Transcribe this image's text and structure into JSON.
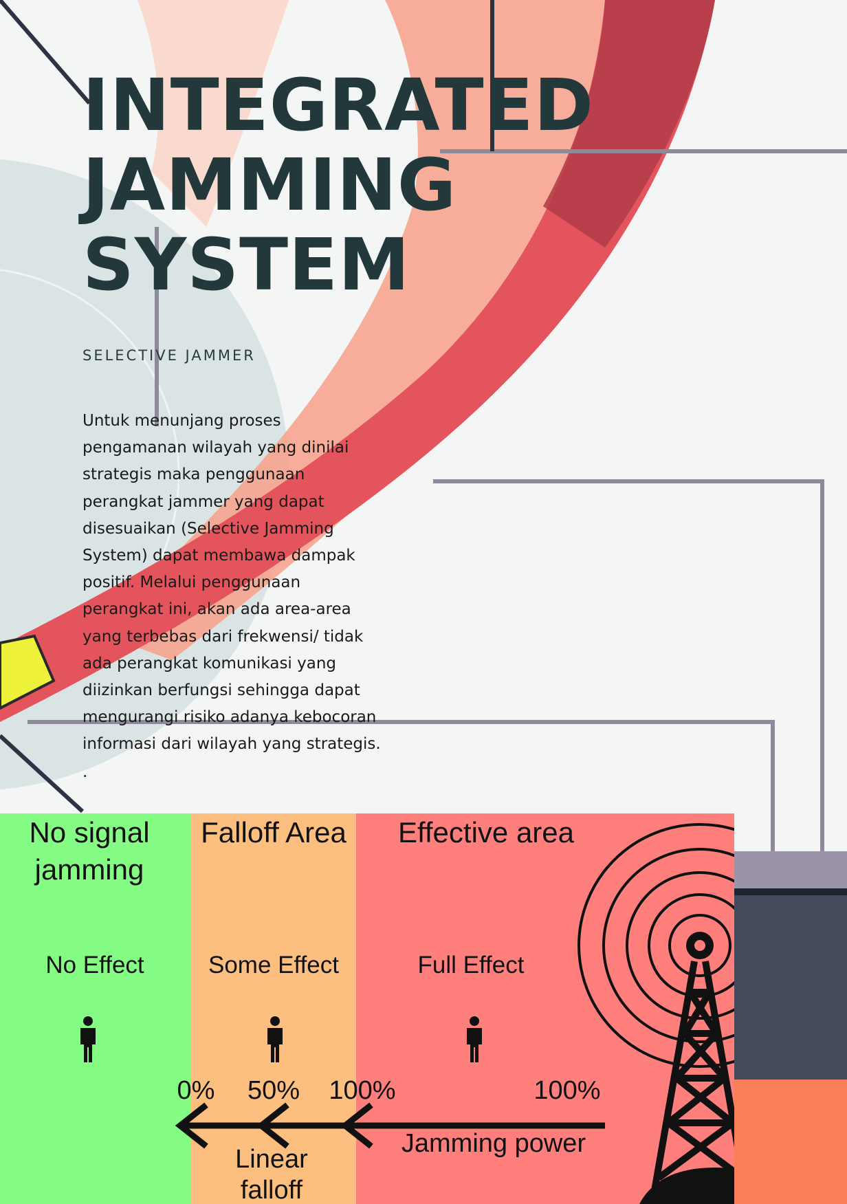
{
  "page": {
    "title_lines": [
      "INTEGRATED",
      "JAMMING",
      "SYSTEM"
    ],
    "subtitle": "SELECTIVE JAMMER",
    "body": "Untuk menunjang proses\npengamanan wilayah yang dinilai\nstrategis maka penggunaan\nperangkat jammer yang dapat\ndisesuaikan (Selective Jamming\nSystem) dapat membawa dampak\npositif. Melalui penggunaan\nperangkat ini, akan ada area-area\nyang terbebas dari frekwensi/ tidak\nada perangkat komunikasi yang\ndiizinkan berfungsi sehingga dapat\nmengurangi risiko adanya kebocoran\ninformasi dari wilayah yang strategis.",
    "body_end": "."
  },
  "diagram": {
    "zones": [
      {
        "heading": [
          "No signal",
          "jamming"
        ],
        "effect": "No Effect",
        "color": "#85fd85"
      },
      {
        "heading": [
          "Falloff Area"
        ],
        "effect": "Some Effect",
        "color": "#fdbf7f"
      },
      {
        "heading": [
          "Effective area"
        ],
        "effect": "Full Effect",
        "color": "#fe7f7c"
      }
    ],
    "percent_labels": [
      "0%",
      "50%",
      "100%",
      "100%"
    ],
    "arrow_label": "Jamming power",
    "falloff_label": [
      "Linear",
      "falloff"
    ],
    "icons": [
      "person-icon",
      "person-icon",
      "person-icon",
      "radio-tower-icon"
    ]
  },
  "colors": {
    "title": "#22383a",
    "red_band": "#e4545c",
    "salmon": "#f7a088",
    "dark_panel": "#424a5b",
    "orange_panel": "#fa8059"
  }
}
